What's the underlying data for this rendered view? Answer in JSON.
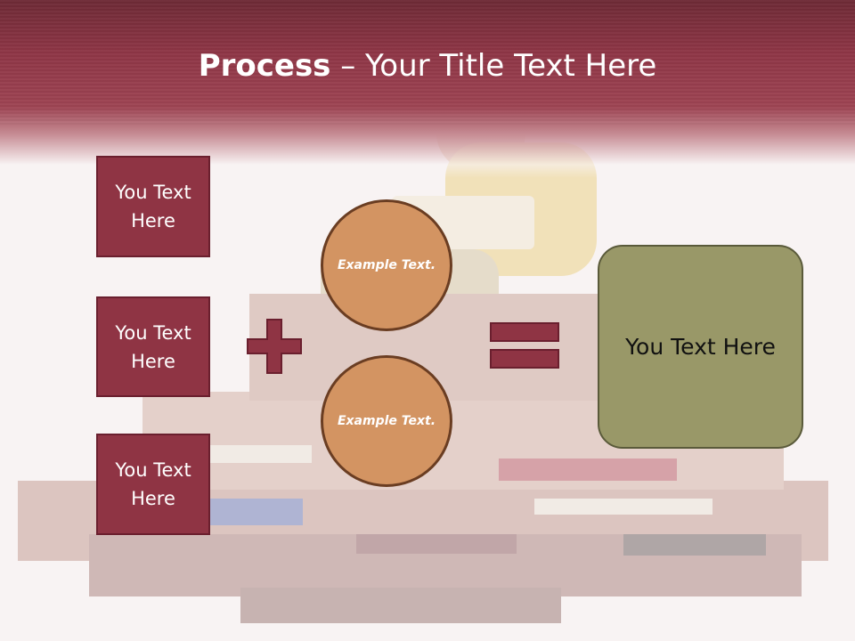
{
  "title": {
    "strong": "Process",
    "rest": " – Your Title Text Here"
  },
  "left_boxes": [
    {
      "label": "You Text Here"
    },
    {
      "label": "You Text Here"
    },
    {
      "label": "You Text Here"
    }
  ],
  "circles": [
    {
      "label": "Example Text."
    },
    {
      "label": "Example Text."
    }
  ],
  "result": {
    "label": "You Text Here"
  },
  "colors": {
    "header": "#8f3646",
    "box_fill": "#8f3444",
    "circle_fill": "#d39462",
    "result_fill": "#999868",
    "operator": "#8f3444"
  },
  "icons": [
    "plus-icon",
    "equals-icon"
  ]
}
